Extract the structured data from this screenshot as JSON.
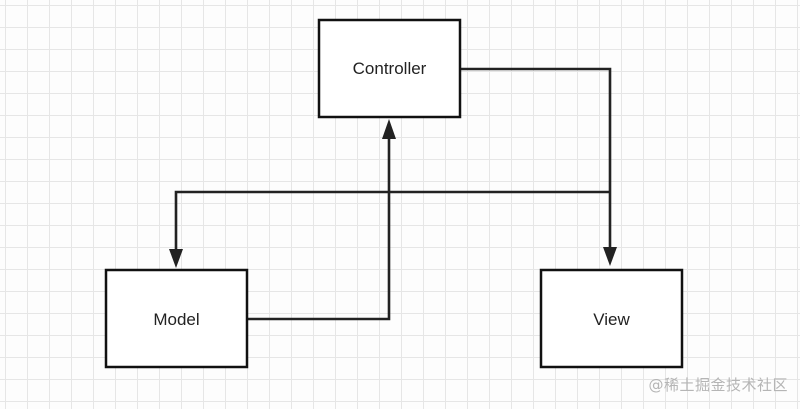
{
  "diagram": {
    "nodes": {
      "controller": {
        "label": "Controller"
      },
      "model": {
        "label": "Model"
      },
      "view": {
        "label": "View"
      }
    },
    "edges": [
      {
        "from": "controller",
        "to": "view"
      },
      {
        "from": "controller",
        "to": "model"
      },
      {
        "from": "model",
        "to": "controller"
      }
    ],
    "colors": {
      "stroke": "#222222",
      "grid": "#e6e6e6",
      "background": "#fdfdfd",
      "watermark": "#b5b5b5"
    }
  },
  "watermark": {
    "text": "@稀土掘金技术社区"
  }
}
